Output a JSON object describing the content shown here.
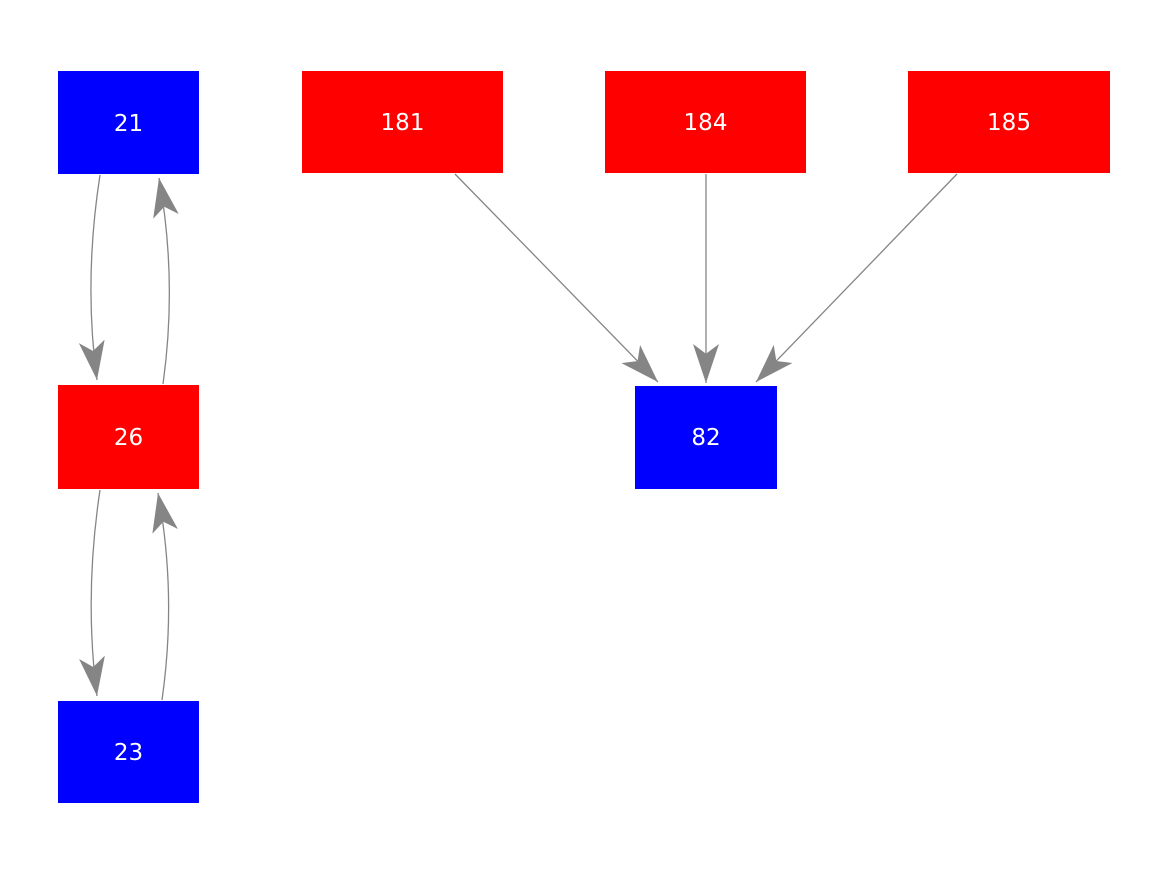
{
  "diagram": {
    "background_color": "#ffffff",
    "edge_color": "#858585",
    "text_color": "#ffffff"
  },
  "nodes": {
    "n21": {
      "label": "21",
      "color": "#0000ff"
    },
    "n181": {
      "label": "181",
      "color": "#ff0000"
    },
    "n184": {
      "label": "184",
      "color": "#ff0000"
    },
    "n185": {
      "label": "185",
      "color": "#ff0000"
    },
    "n26": {
      "label": "26",
      "color": "#ff0000"
    },
    "n82": {
      "label": "82",
      "color": "#0000ff"
    },
    "n23": {
      "label": "23",
      "color": "#0000ff"
    }
  },
  "graph": {
    "type": "directed",
    "edges": [
      {
        "from": "21",
        "to": "26",
        "style": "curved"
      },
      {
        "from": "26",
        "to": "21",
        "style": "curved"
      },
      {
        "from": "26",
        "to": "23",
        "style": "curved"
      },
      {
        "from": "23",
        "to": "26",
        "style": "curved"
      },
      {
        "from": "181",
        "to": "82",
        "style": "straight"
      },
      {
        "from": "184",
        "to": "82",
        "style": "straight"
      },
      {
        "from": "185",
        "to": "82",
        "style": "straight"
      }
    ]
  }
}
